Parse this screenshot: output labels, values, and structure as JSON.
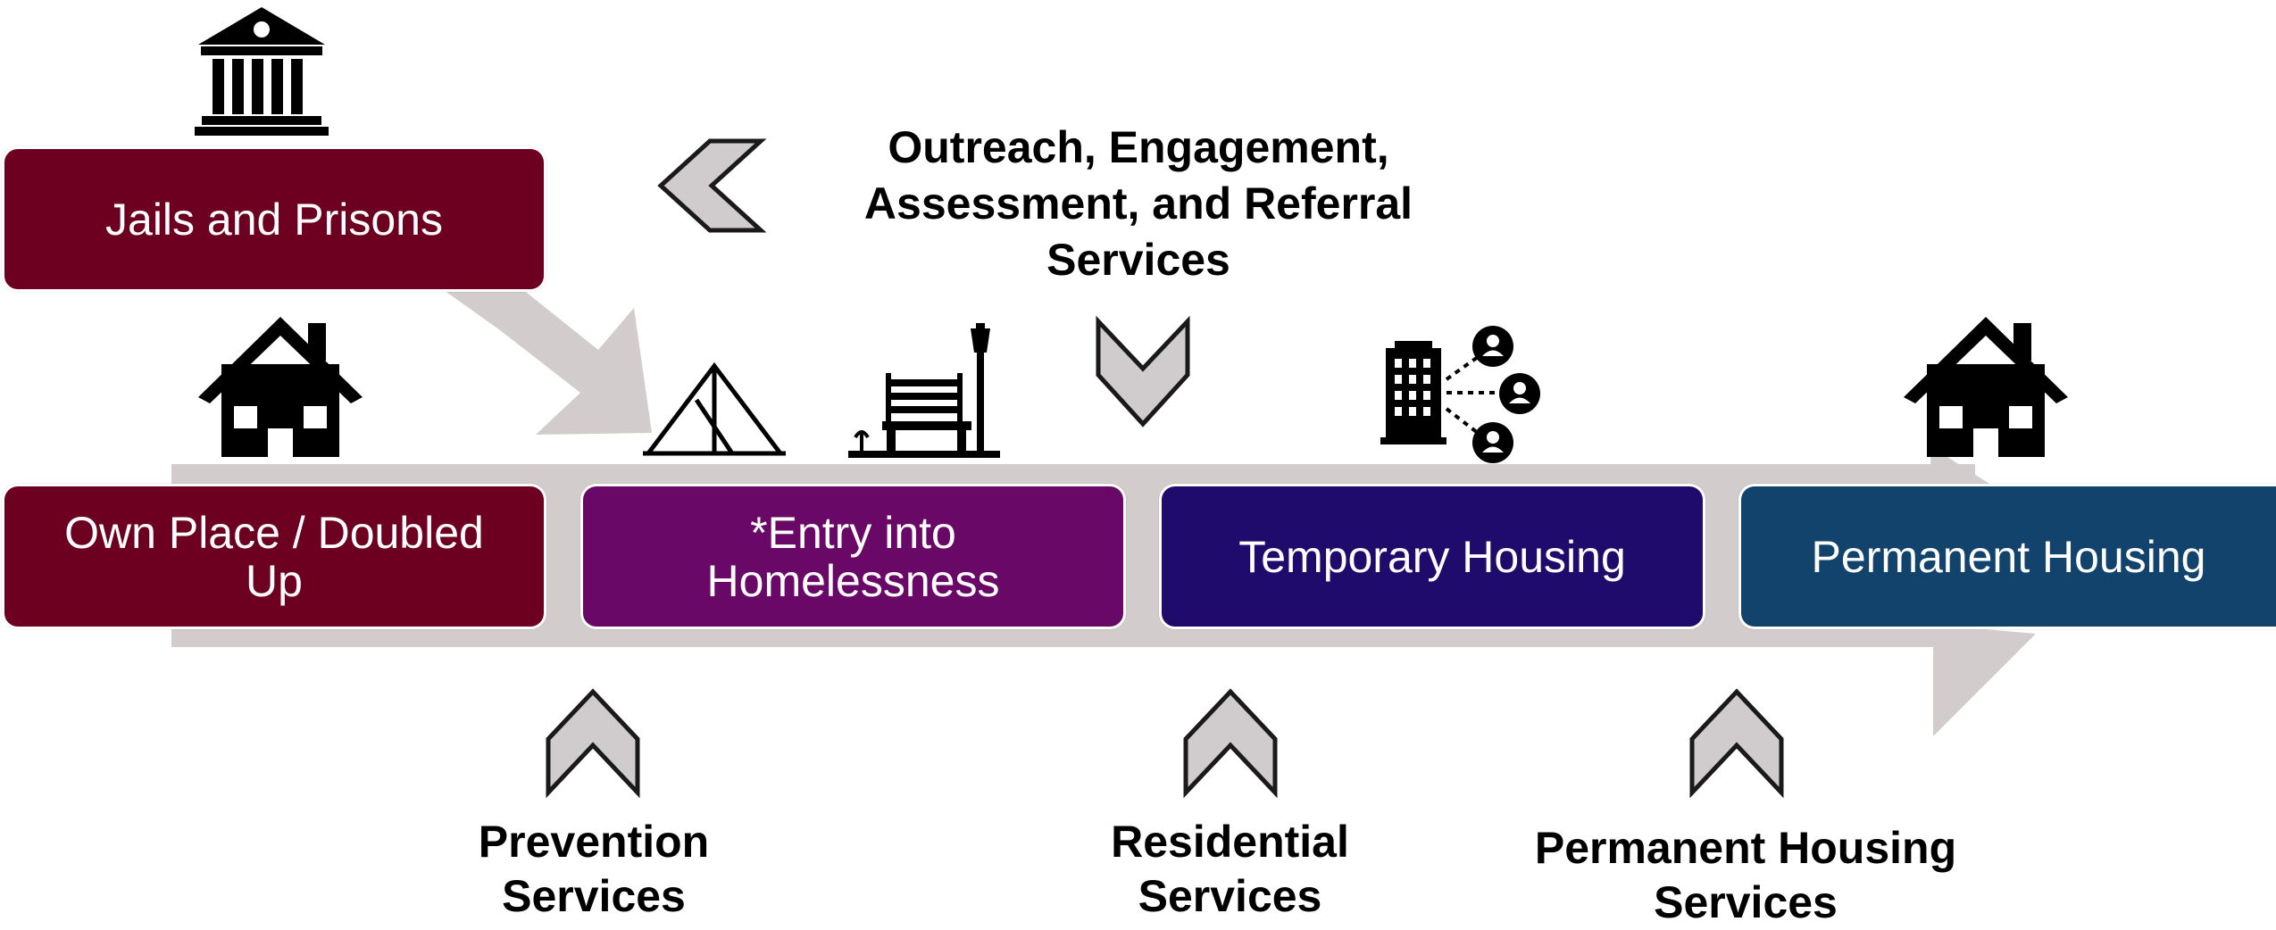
{
  "stages": {
    "own_place": "Own Place / Doubled Up",
    "entry": "*Entry into Homelessness",
    "temporary": "Temporary Housing",
    "permanent": "Permanent Housing",
    "jails": "Jails and Prisons"
  },
  "services": {
    "outreach": "Outreach, Engagement, Assessment, and Referral Services",
    "prevention": "Prevention Services",
    "residential": "Residential Services",
    "permanent_housing": "Permanent Housing Services"
  },
  "icons": [
    "courthouse-icon",
    "house-icon",
    "tent-icon",
    "park-bench-icon",
    "apartment-network-icon",
    "house-icon",
    "chevron-icon"
  ],
  "colors": {
    "maroon": "#6d0020",
    "purple": "#6a0868",
    "indigo": "#1f0b6b",
    "navy": "#12436c",
    "arrow_gray": "#d3cccd",
    "chevron_fill": "#d0cbcd"
  }
}
